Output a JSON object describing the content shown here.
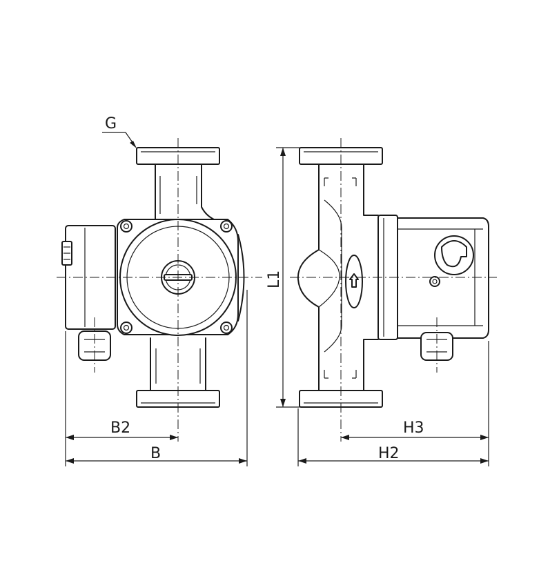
{
  "labels": {
    "g": "G",
    "b2": "B2",
    "b": "B",
    "l1": "L1",
    "h3": "H3",
    "h2": "H2"
  }
}
